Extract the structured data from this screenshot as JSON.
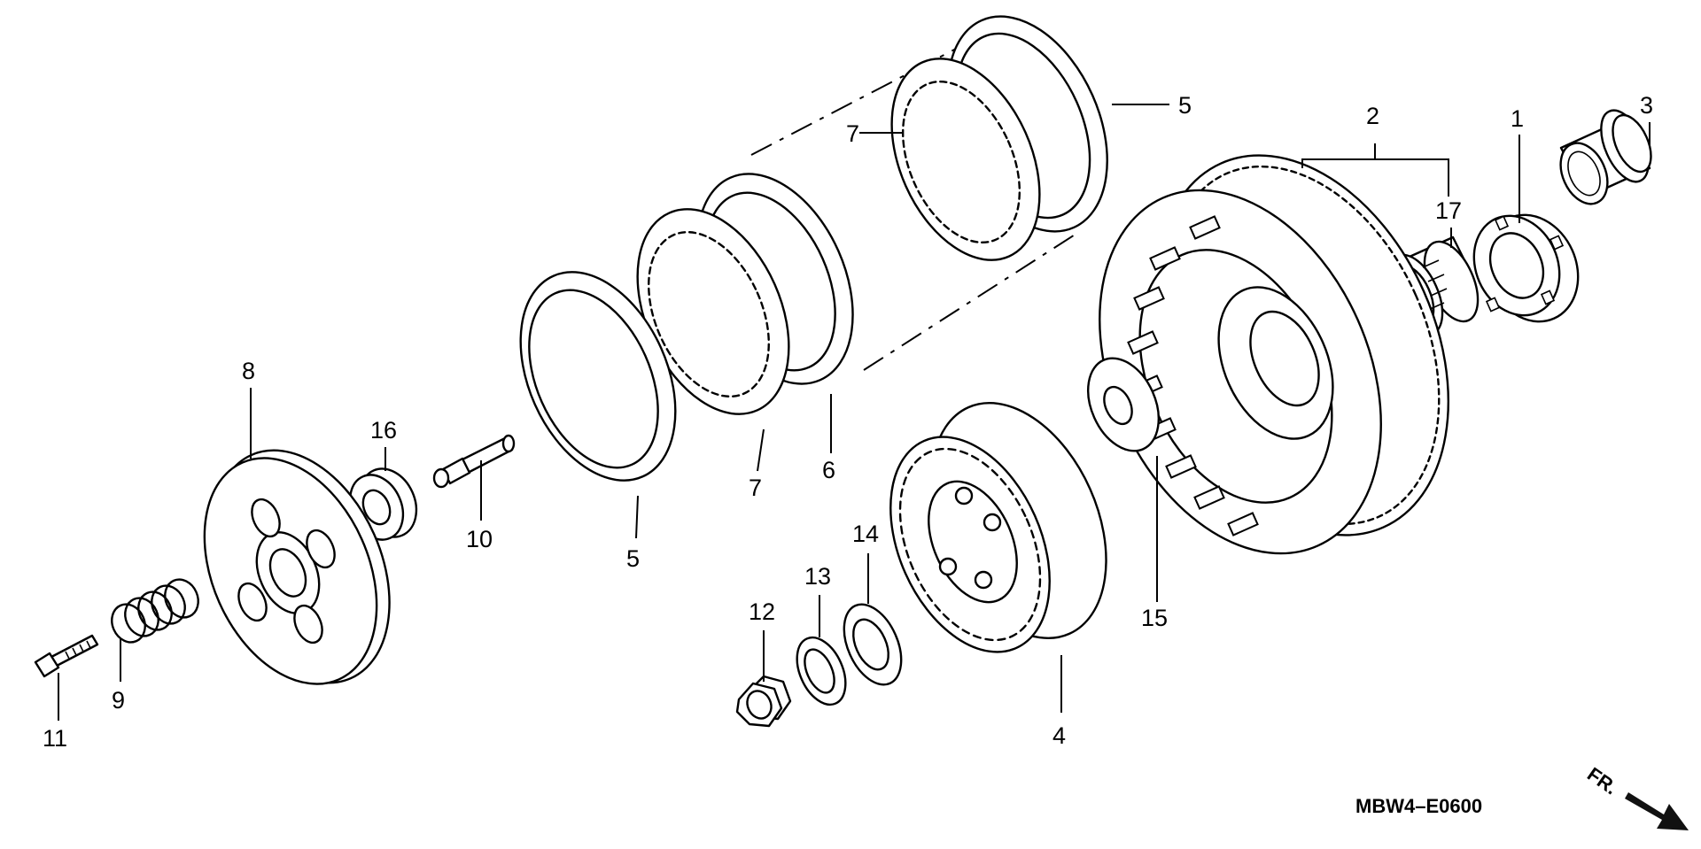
{
  "diagram": {
    "callouts": {
      "c1": "1",
      "c2": "2",
      "c3": "3",
      "c4": "4",
      "c5a": "5",
      "c5b": "5",
      "c6": "6",
      "c7a": "7",
      "c7b": "7",
      "c8": "8",
      "c9": "9",
      "c10": "10",
      "c11": "11",
      "c12": "12",
      "c13": "13",
      "c14": "14",
      "c15": "15",
      "c16": "16",
      "c17": "17"
    },
    "diagram_code": "MBW4–E0600",
    "front_marker": "FR."
  }
}
